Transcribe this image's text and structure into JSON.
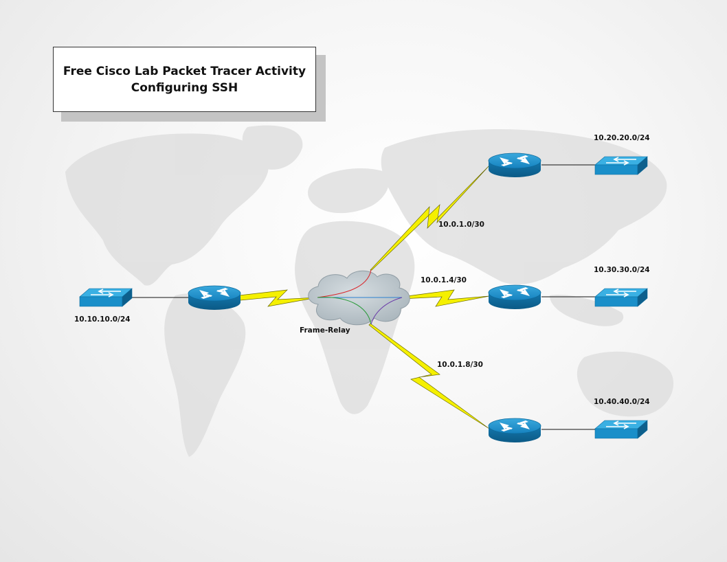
{
  "title": {
    "line1": "Free Cisco Lab Packet Tracer Activity",
    "line2": "Configuring SSH"
  },
  "cloud": {
    "label": "Frame-Relay",
    "icon": "cloud-icon",
    "color": "#b9c3c9"
  },
  "devices": {
    "router_left": {
      "icon": "router-icon"
    },
    "router_top": {
      "icon": "router-icon"
    },
    "router_mid": {
      "icon": "router-icon"
    },
    "router_bottom": {
      "icon": "router-icon"
    },
    "switch_left": {
      "icon": "switch-icon",
      "network": "10.10.10.0/24"
    },
    "switch_top": {
      "icon": "switch-icon",
      "network": "10.20.20.0/24"
    },
    "switch_mid": {
      "icon": "switch-icon",
      "network": "10.30.30.0/24"
    },
    "switch_bottom": {
      "icon": "switch-icon",
      "network": "10.40.40.0/24"
    }
  },
  "wan_links": {
    "top": "10.0.1.0/30",
    "mid": "10.0.1.4/30",
    "bottom": "10.0.1.8/30"
  },
  "colors": {
    "device_blue": "#1a8fc9",
    "device_dark": "#0d5f8c",
    "serial_link": "#f5f000",
    "pvc_red": "#d9252a",
    "pvc_green": "#2a9a3a",
    "pvc_blue": "#2a80d0",
    "pvc_purple": "#6a3aa8"
  }
}
